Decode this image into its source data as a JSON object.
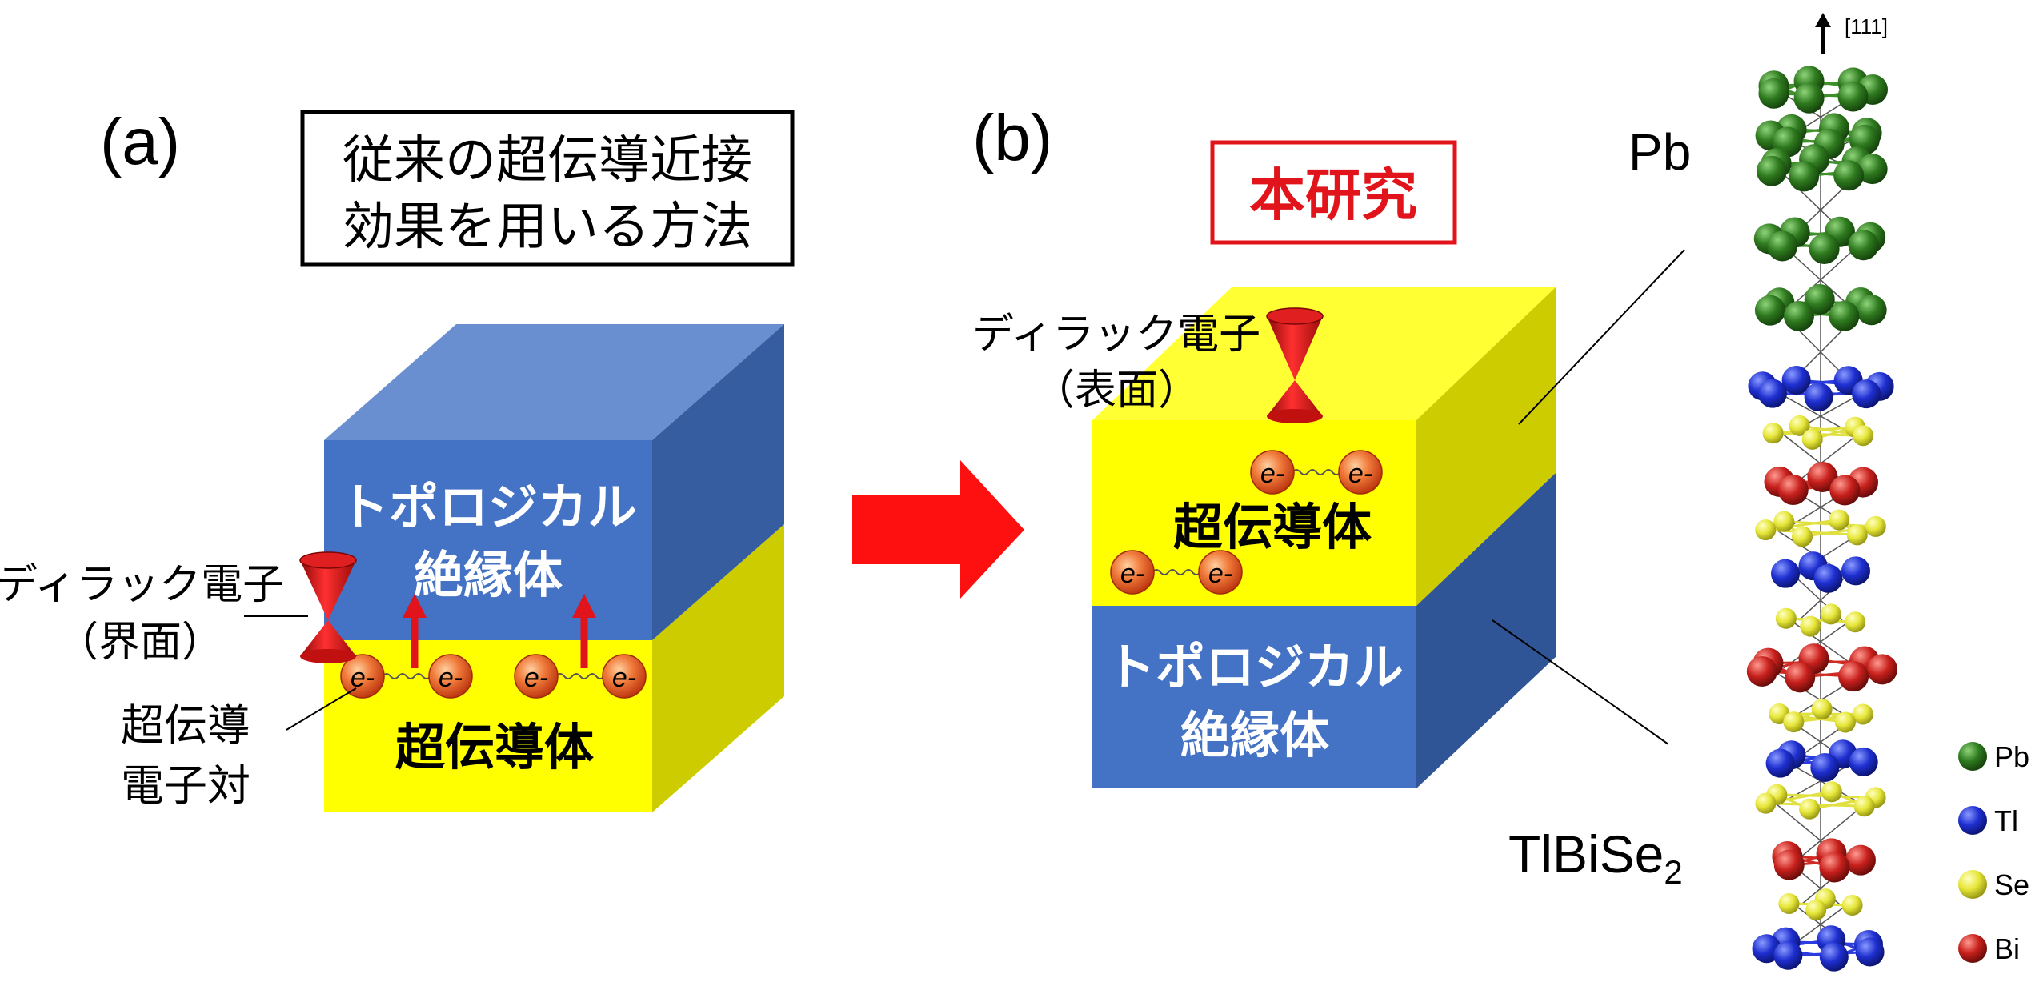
{
  "panel_a": {
    "label": "(a)",
    "title_line1": "従来の超伝導近接",
    "title_line2": "効果を用いる方法",
    "top_block_line1": "トポロジカル",
    "top_block_line2": "絶縁体",
    "bottom_block": "超伝導体",
    "dirac_line1": "ディラック電子",
    "dirac_line2": "（界面）",
    "pair_line1": "超伝導",
    "pair_line2": "電子対",
    "electron_symbol": "e-"
  },
  "panel_b": {
    "label": "(b)",
    "title": "本研究",
    "top_block": "超伝導体",
    "bottom_block_line1": "トポロジカル",
    "bottom_block_line2": "絶縁体",
    "dirac_line1": "ディラック電子",
    "dirac_line2": "（表面）",
    "electron_symbol": "e-"
  },
  "crystal": {
    "direction": "[111]",
    "pb_label": "Pb",
    "compound_main": "TlBiSe",
    "compound_sub": "2",
    "legend": [
      {
        "symbol": "Pb",
        "color": "#2f7a1f"
      },
      {
        "symbol": "Tl",
        "color": "#1e2fd0"
      },
      {
        "symbol": "Se",
        "color": "#e6e63a"
      },
      {
        "symbol": "Bi",
        "color": "#c8201c"
      }
    ]
  },
  "colors": {
    "topological_front": "#4472c4",
    "topological_top": "#6a8fd0",
    "topological_side": "#355d9f",
    "superconductor_front": "#ffff00",
    "superconductor_top": "#ffff33",
    "superconductor_side": "#cccc00",
    "accent_red": "#e0141a"
  }
}
